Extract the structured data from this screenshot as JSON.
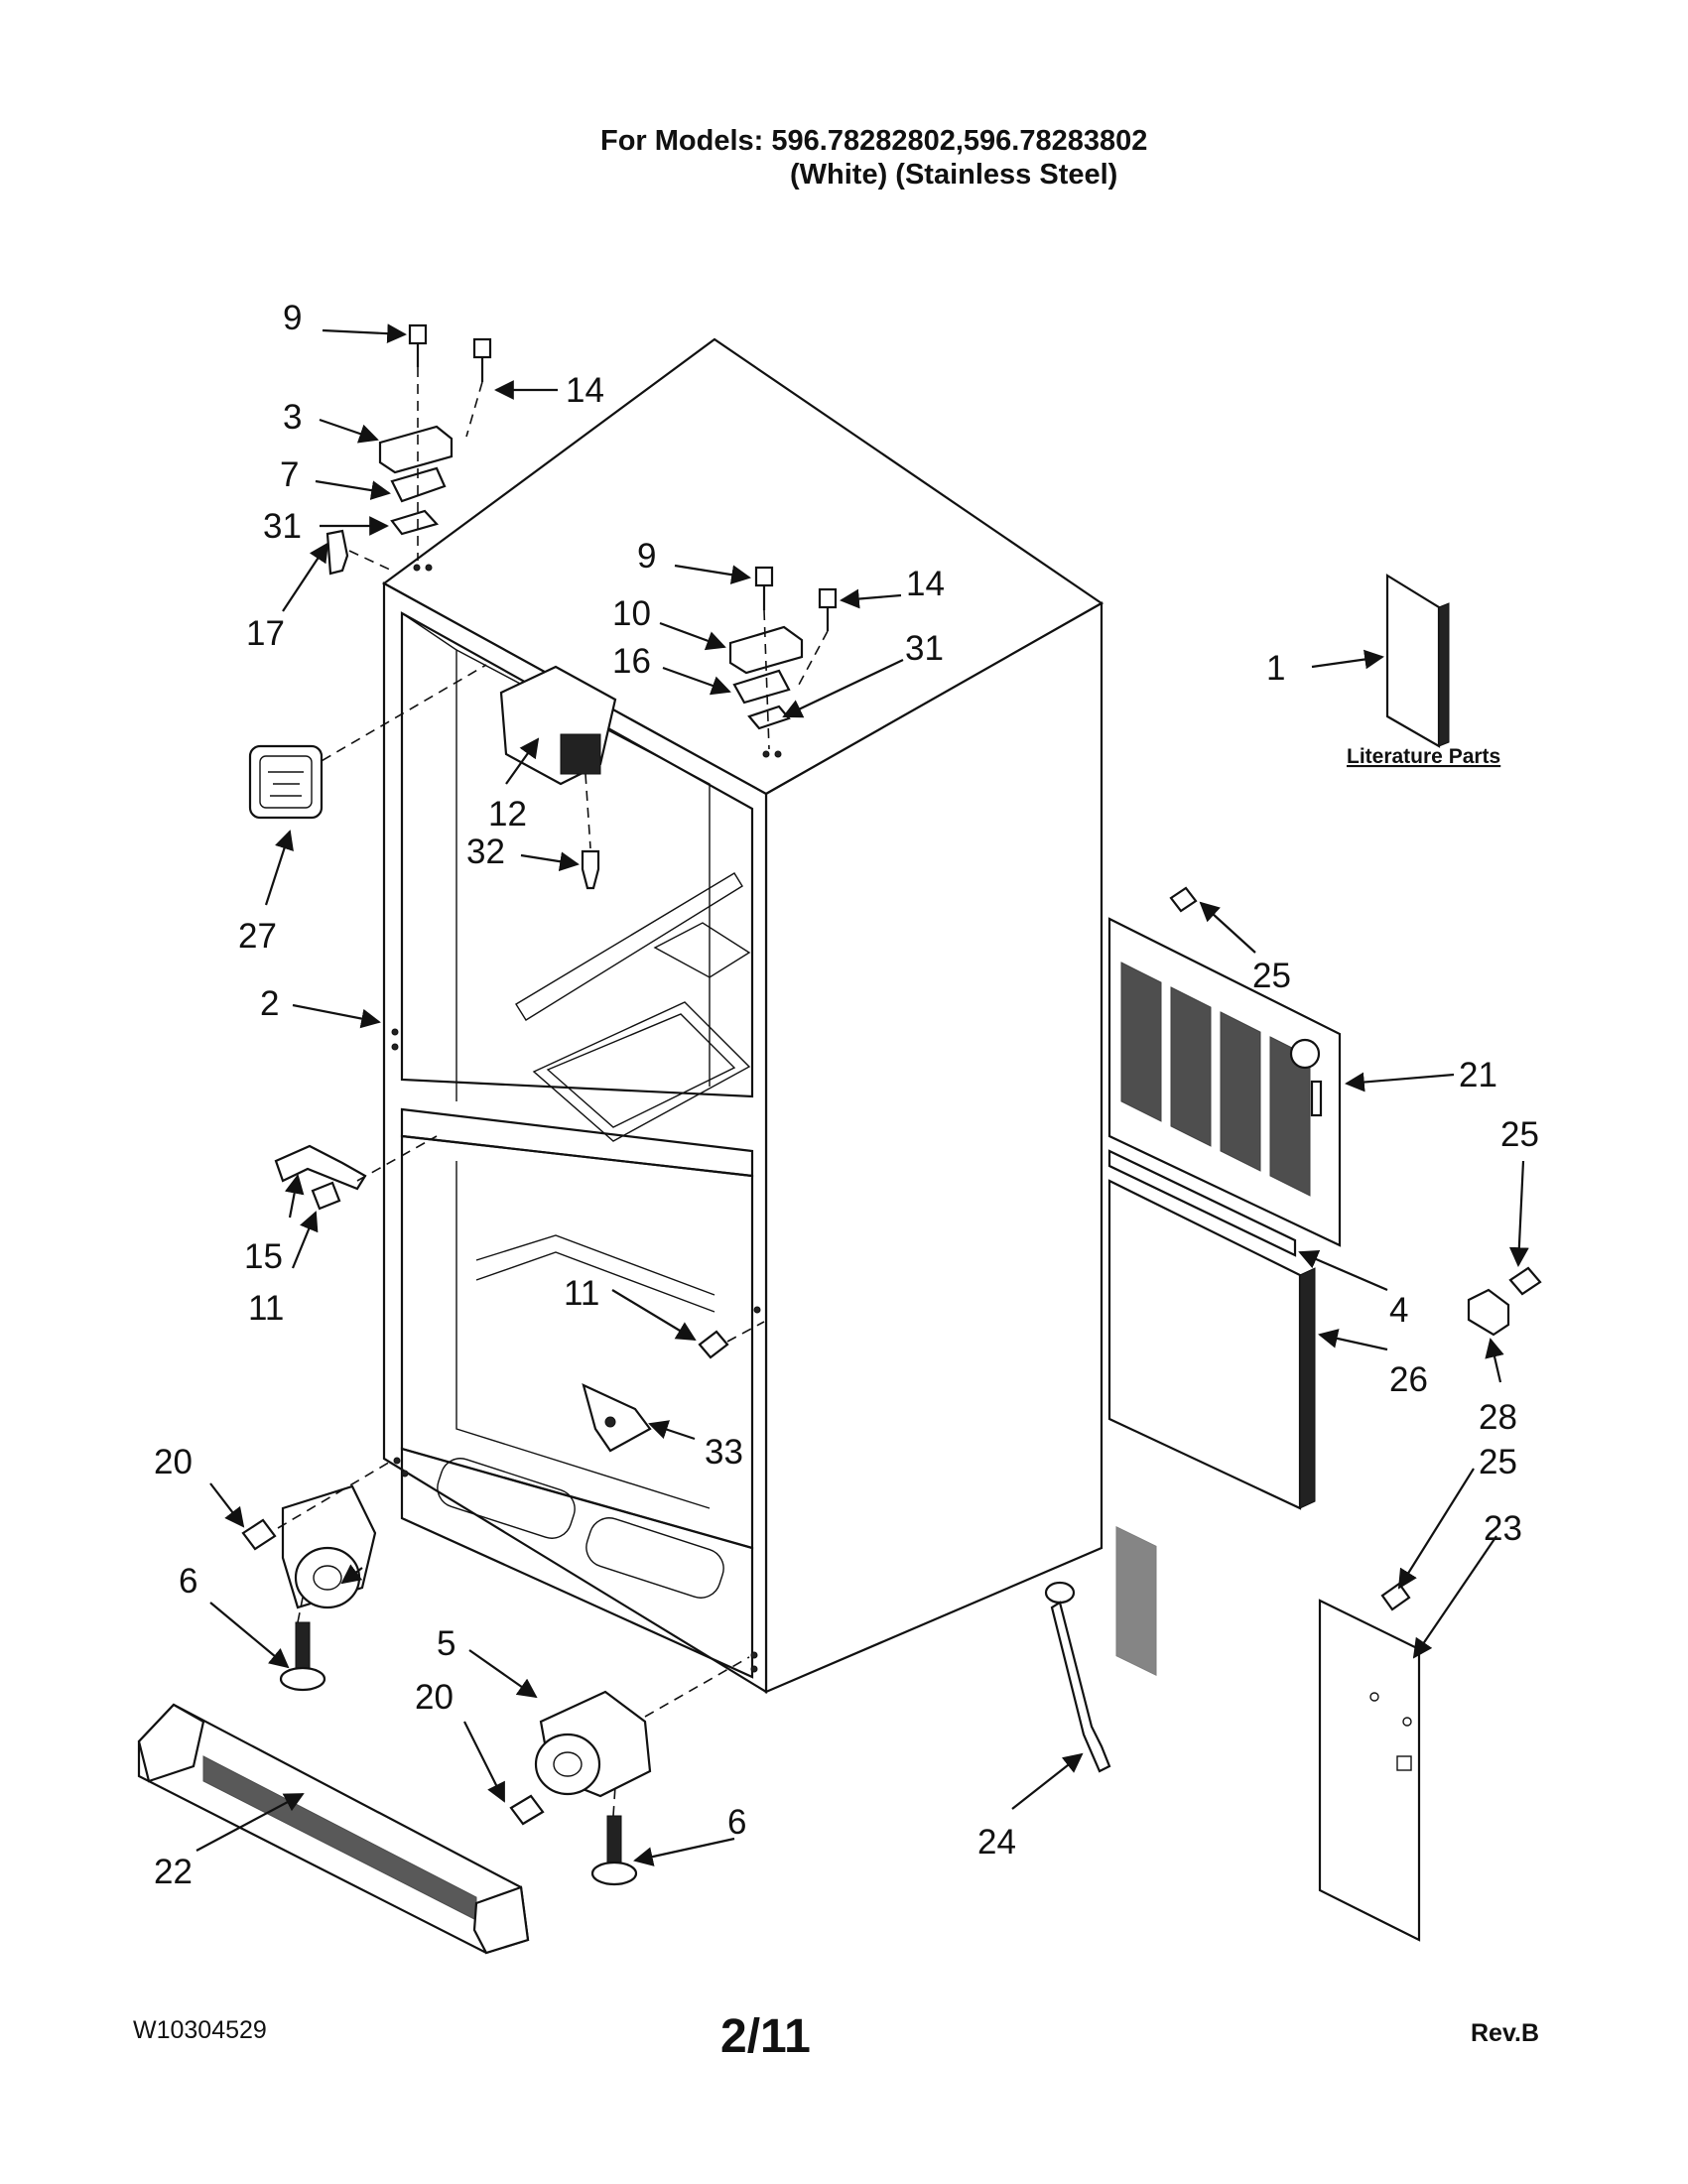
{
  "header": {
    "models_line": "For Models: 596.78282802,596.78283802",
    "variant_line": "(White)  (Stainless Steel)"
  },
  "callouts": {
    "c1": "1",
    "c2": "2",
    "c3": "3",
    "c4": "4",
    "c5": "5",
    "c6a": "6",
    "c6b": "6",
    "c7": "7",
    "c9a": "9",
    "c9b": "9",
    "c10": "10",
    "c11a": "11",
    "c11b": "11",
    "c12": "12",
    "c14a": "14",
    "c14b": "14",
    "c15": "15",
    "c16": "16",
    "c17": "17",
    "c20a": "20",
    "c20b": "20",
    "c21": "21",
    "c22": "22",
    "c23": "23",
    "c24": "24",
    "c25a": "25",
    "c25b": "25",
    "c25c": "25",
    "c26": "26",
    "c27": "27",
    "c28": "28",
    "c31a": "31",
    "c31b": "31",
    "c32": "32",
    "c33": "33"
  },
  "literature_label": "Literature Parts",
  "footer": {
    "doc_number": "W10304529",
    "page": "2/11",
    "revision": "Rev.B"
  }
}
